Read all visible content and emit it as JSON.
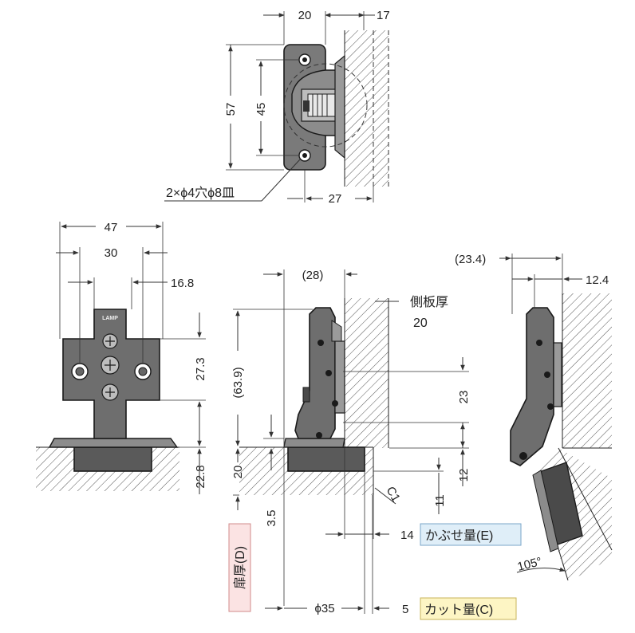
{
  "colors": {
    "part_fill": "#6e6e6e",
    "part_light": "#8c8c8c",
    "hatch": "#555555",
    "label_blue_bg": "#dfeef8",
    "label_yellow_bg": "#fdf5c4",
    "label_pink_bg": "#fbe3e3"
  },
  "top_view": {
    "dim_20": "20",
    "dim_17": "17",
    "dim_57": "57",
    "dim_45": "45",
    "dim_27": "27",
    "hole_note": "2×ϕ4穴ϕ8皿"
  },
  "front_view": {
    "dim_47": "47",
    "dim_30": "30",
    "dim_16_8": "16.8",
    "dim_27_3": "27.3",
    "dim_22_8": "22.8",
    "brand": "LAMP"
  },
  "side_view": {
    "dim_28": "(28)",
    "side_panel_label": "側板厚",
    "side_panel_value": "20",
    "dim_63_9": "(63.9)",
    "dim_20": "20",
    "dim_3_5": "3.5",
    "dim_23": "23",
    "dim_12": "12",
    "dim_11": "11",
    "chamfer": "C1",
    "dim_14": "14",
    "overlay_label": "かぶせ量(E)",
    "door_label": "扉厚(D)",
    "dim_phi35": "ϕ35",
    "dim_5": "5",
    "cut_label": "カット量(C)"
  },
  "open_view": {
    "dim_23_4": "(23.4)",
    "dim_12_4": "12.4",
    "angle": "105°"
  }
}
